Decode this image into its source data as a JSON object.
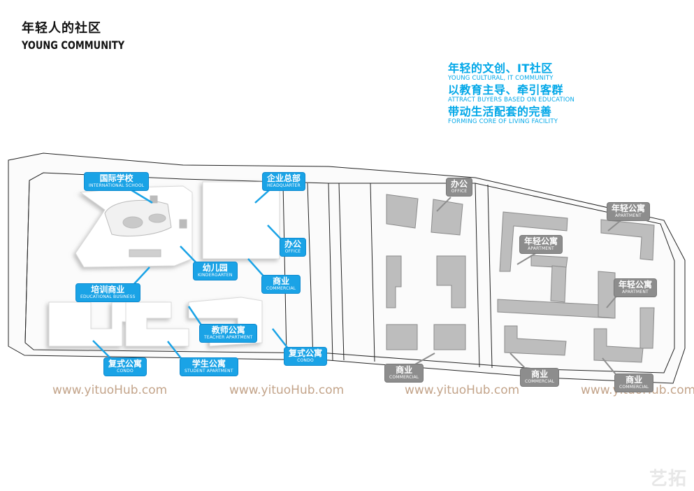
{
  "header": {
    "title_cn": "年轻人的社区",
    "title_en": "YOUNG COMMUNITY"
  },
  "slogans": [
    {
      "cn": "年轻的文创、IT社区",
      "en": "YOUNG CULTURAL, IT COMMUNITY"
    },
    {
      "cn": "以教育主导、牵引客群",
      "en": "ATTRACT BUYERS BASED ON EDUCATION"
    },
    {
      "cn": "带动生活配套的完善",
      "en": "FORMING CORE OF LIVING FACILITY"
    }
  ],
  "labels": {
    "intl_school": {
      "cn": "国际学校",
      "en": "INTERNATIONAL SCHOOL"
    },
    "hq": {
      "cn": "企业总部",
      "en": "HEADQUARTER"
    },
    "office_left": {
      "cn": "办公",
      "en": "OFFICE"
    },
    "kindergarten": {
      "cn": "幼儿园",
      "en": "KINDERGARTEN"
    },
    "commercial_left": {
      "cn": "商业",
      "en": "COMMERCIAL"
    },
    "edu_business": {
      "cn": "培训商业",
      "en": "EDUCATIONAL BUSINESS"
    },
    "teacher_apt": {
      "cn": "教师公寓",
      "en": "TEACHER APARTMENT"
    },
    "condo_mid": {
      "cn": "复式公寓",
      "en": "CONDO"
    },
    "condo_left": {
      "cn": "复式公寓",
      "en": "CONDO"
    },
    "student_apt": {
      "cn": "学生公寓",
      "en": "STUDENT APARTMENT"
    },
    "office_right": {
      "cn": "办公",
      "en": "OFFICE"
    },
    "commercial_mid": {
      "cn": "商业",
      "en": "COMMERCIAL"
    },
    "apartment_a": {
      "cn": "年轻公寓",
      "en": "APARTMENT"
    },
    "apartment_b": {
      "cn": "年轻公寓",
      "en": "APARTMENT"
    },
    "apartment_c": {
      "cn": "年轻公寓",
      "en": "APARTMENT"
    },
    "commercial_r1": {
      "cn": "商业",
      "en": "COMMERCIAL"
    },
    "commercial_r2": {
      "cn": "商业",
      "en": "COMMERCIAL"
    }
  },
  "watermarks": [
    "www.yituoHub.com",
    "www.yituoHub.com",
    "www.yituoHub.com",
    "www.yituoHub.com"
  ],
  "brand_mark": "艺拓",
  "colors": {
    "accent_blue": "#1aa3e6",
    "label_grey": "#8d8d8d",
    "building_grey": "#bdbdbd"
  }
}
